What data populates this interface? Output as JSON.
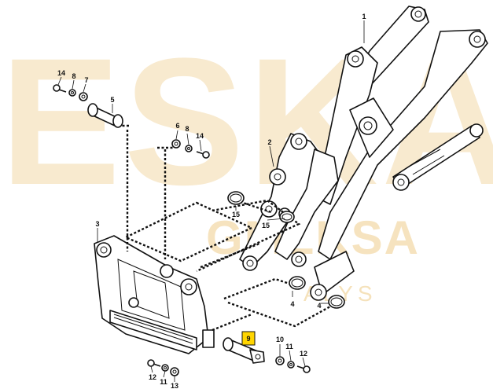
{
  "watermark": {
    "letters": "ESKA",
    "sub_brand": "GMLKSA",
    "sub_text": "ALYS"
  },
  "callouts": [
    {
      "id": "c1",
      "label": "1"
    },
    {
      "id": "c2",
      "label": "2"
    },
    {
      "id": "c3",
      "label": "3"
    },
    {
      "id": "c4a",
      "label": "4"
    },
    {
      "id": "c4b",
      "label": "4"
    },
    {
      "id": "c5",
      "label": "5"
    },
    {
      "id": "c6",
      "label": "6"
    },
    {
      "id": "c7",
      "label": "7"
    },
    {
      "id": "c8a",
      "label": "8"
    },
    {
      "id": "c8b",
      "label": "8"
    },
    {
      "id": "c9",
      "label": "9",
      "highlighted": true
    },
    {
      "id": "c10",
      "label": "10"
    },
    {
      "id": "c11a",
      "label": "11"
    },
    {
      "id": "c11b",
      "label": "11"
    },
    {
      "id": "c12a",
      "label": "12"
    },
    {
      "id": "c12b",
      "label": "12"
    },
    {
      "id": "c13",
      "label": "13"
    },
    {
      "id": "c14a",
      "label": "14"
    },
    {
      "id": "c14b",
      "label": "14"
    },
    {
      "id": "c15a",
      "label": "15"
    },
    {
      "id": "c15b",
      "label": "15"
    }
  ],
  "colors": {
    "line": "#111111",
    "highlight": "#ffd500",
    "watermark": "#f6e3c0"
  }
}
